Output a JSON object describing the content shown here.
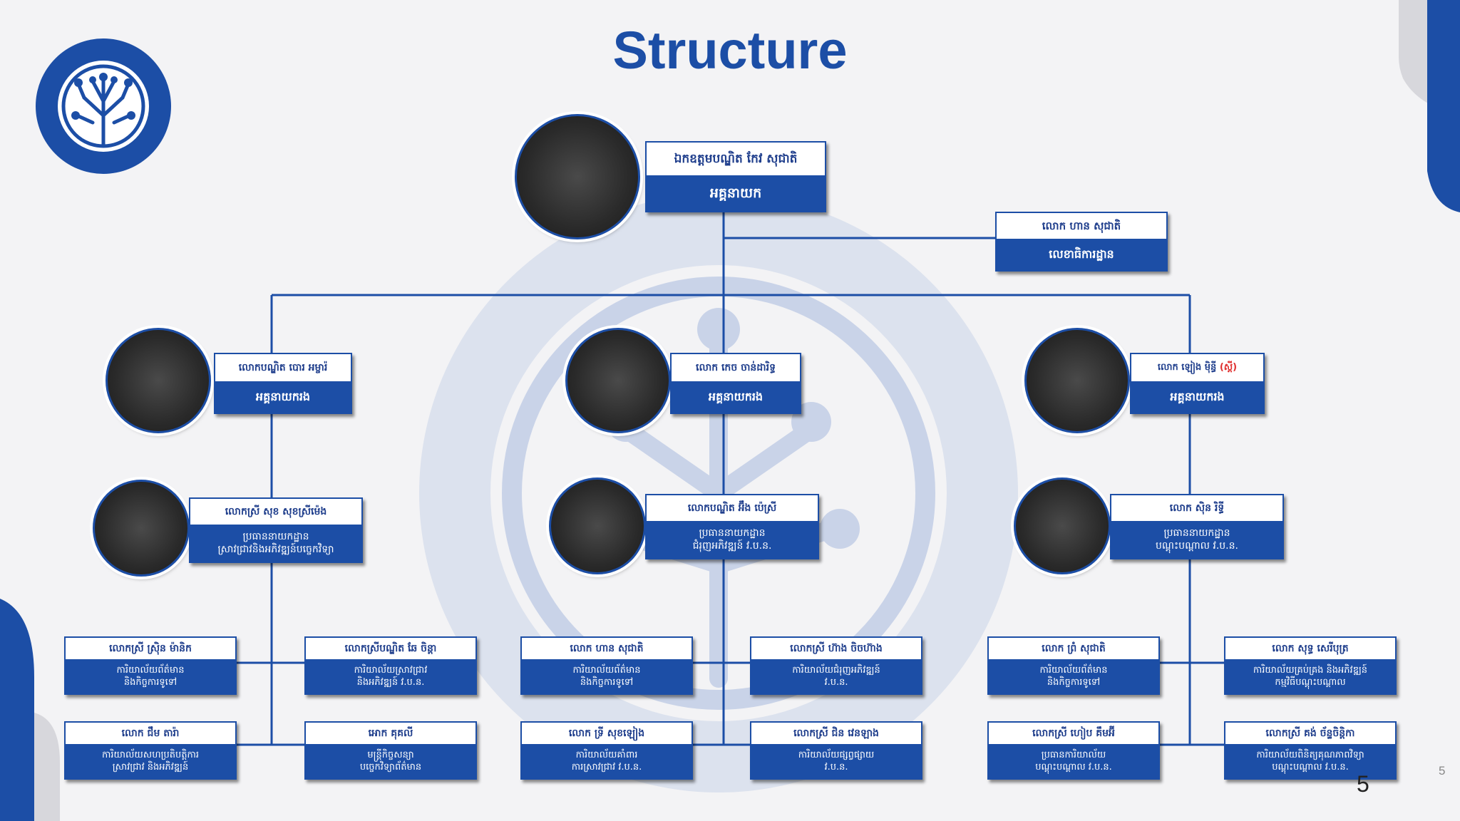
{
  "title": "Structure",
  "page_number": "5",
  "page_number_small": "5",
  "colors": {
    "primary": "#1c4ea6",
    "background": "#f3f3f5",
    "highlight": "#e0302f"
  },
  "director_general": {
    "name": "ឯកឧត្តមបណ្ឌិត កែវ សុជាតិ",
    "role": "អគ្គនាយក"
  },
  "secretary": {
    "name": "លោក ហាន សុជាតិ",
    "role": "លេខាធិការដ្ឋាន"
  },
  "deputies": [
    {
      "name": "លោកបណ្ឌិត បោរ អម្ចារ៉",
      "role": "អគ្គនាយករង"
    },
    {
      "name": "លោក កេច ចាន់ដារិទ្ធ",
      "role": "អគ្គនាយករង"
    },
    {
      "name": "លោក ឡៀង ម៉ិន្ធី",
      "name_suffix": "(ស្តី)",
      "role": "អគ្គនាយករង"
    }
  ],
  "directors": [
    {
      "name": "លោកស្រី សុខ សុខស្រីម៉េង",
      "role_line1": "ប្រធាននាយកដ្ឋាន",
      "role_line2": "ស្រាវជ្រាវនិងអភិវឌ្ឍន៍បច្ចេកវិទ្យា"
    },
    {
      "name": "លោកបណ្ឌិត អ៊ឹង ប៉េស្រី",
      "role_line1": "ប្រធាននាយកដ្ឋាន",
      "role_line2": "ជំរុញអភិវឌ្ឍន៍ វ.ប.ន."
    },
    {
      "name": "លោក ស៊ិន រិទ្ធី",
      "role_line1": "ប្រធាននាយកដ្ឋាន",
      "role_line2": "បណ្ដុះបណ្ដាល វ.ប.ន."
    }
  ],
  "offices": [
    {
      "name": "លោកស្រី ស្រ៊ិន ម៉ានិក",
      "role_line1": "ការិយាល័យព័ត៌មាន",
      "role_line2": "និងកិច្ចការទូទៅ"
    },
    {
      "name": "លោកស្រីបណ្ឌិត ឆែ ចិន្តា",
      "role_line1": "ការិយាល័យស្រាវជ្រាវ",
      "role_line2": "និងអភិវឌ្ឍន៍ វ.ប.ន."
    },
    {
      "name": "លោក ហាន សុជាតិ",
      "role_line1": "ការិយាល័យព័ត៌មាន",
      "role_line2": "និងកិច្ចការទូទៅ"
    },
    {
      "name": "លោកស្រី ហ៊ាង ចិចហ៊ាង",
      "role_line1": "ការិយាល័យជំរុញអភិវឌ្ឍន៍",
      "role_line2": "វ.ប.ន."
    },
    {
      "name": "លោក ព្រំ សុជាតិ",
      "role_line1": "ការិយាល័យព័ត៌មាន",
      "role_line2": "និងកិច្ចការទូទៅ"
    },
    {
      "name": "លោក សុទ្ធ សេរីបុត្រ",
      "role_line1": "ការិយាល័យគ្រប់គ្រង និងអភិវឌ្ឍន៍",
      "role_line2": "កម្មវិធីបណ្តុះបណ្តាល"
    },
    {
      "name": "លោក ជឹម តារ៉ា",
      "role_line1": "ការិយាល័យសហប្រតិបត្តិការ",
      "role_line2": "ស្រាវជ្រាវ និងអភិវឌ្ឍន៍"
    },
    {
      "name": "អោក គុគលី",
      "role_line1": "មន្ត្រីកិច្ចសន្យា",
      "role_line2": "បច្ចេកវិទ្យាព័ត៌មាន"
    },
    {
      "name": "លោក ទ្រី សុខឡៀង",
      "role_line1": "ការិយាល័យគាំពារ",
      "role_line2": "ការស្រាវជ្រាវ វ.ប.ន."
    },
    {
      "name": "លោកស្រី ជិន វេនឡាង",
      "role_line1": "ការិយាល័យផ្សព្វផ្សាយ",
      "role_line2": "វ.ប.ន."
    },
    {
      "name": "លោកស្រី ហៀប គឹមអ៊ី",
      "role_line1": "ប្រធានការិយាល័យ",
      "role_line2": "បណ្តុះបណ្តាល វ.ប.ន."
    },
    {
      "name": "លោកស្រី គង់ ច័ន្ទចិន្តិកា",
      "role_line1": "ការិយាល័យពិនិត្យគុណភាពវិទ្យា",
      "role_line2": "បណ្តុះបណ្តាល វ.ប.ន."
    }
  ]
}
